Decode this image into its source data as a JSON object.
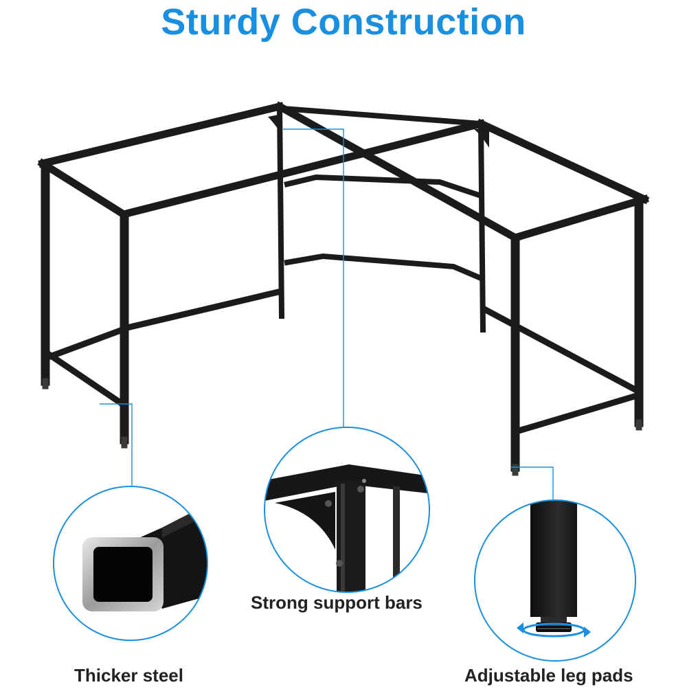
{
  "title": "Sturdy Construction",
  "features": [
    {
      "label": "Thicker steel",
      "icon": "square-tube-icon"
    },
    {
      "label": "Strong support bars",
      "icon": "corner-bracket-icon"
    },
    {
      "label": "Adjustable leg pads",
      "icon": "leg-pad-icon"
    }
  ],
  "colors": {
    "accent": "#1a8fe0",
    "frame": "#1b1b1b",
    "caption": "#222222"
  }
}
